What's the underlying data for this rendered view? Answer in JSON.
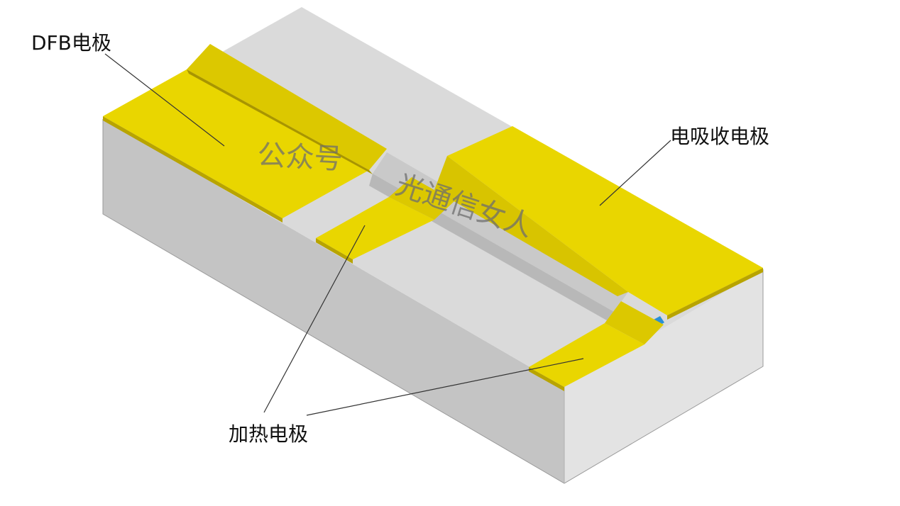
{
  "labels": {
    "dfb_electrode": "DFB电极",
    "absorption_electrode": "电吸收电极",
    "heater_electrode": "加热电极"
  },
  "watermark": {
    "part1": "公众号",
    "part2": "光通信女人"
  },
  "colors": {
    "electrode_gold": "#e8d400",
    "electrode_gold_dark": "#b7a300",
    "substrate_top": "#dcdcdc",
    "substrate_left": "#c3c3c3",
    "substrate_front": "#e2e2e2",
    "waveguide_core": "#2a8fd6"
  }
}
